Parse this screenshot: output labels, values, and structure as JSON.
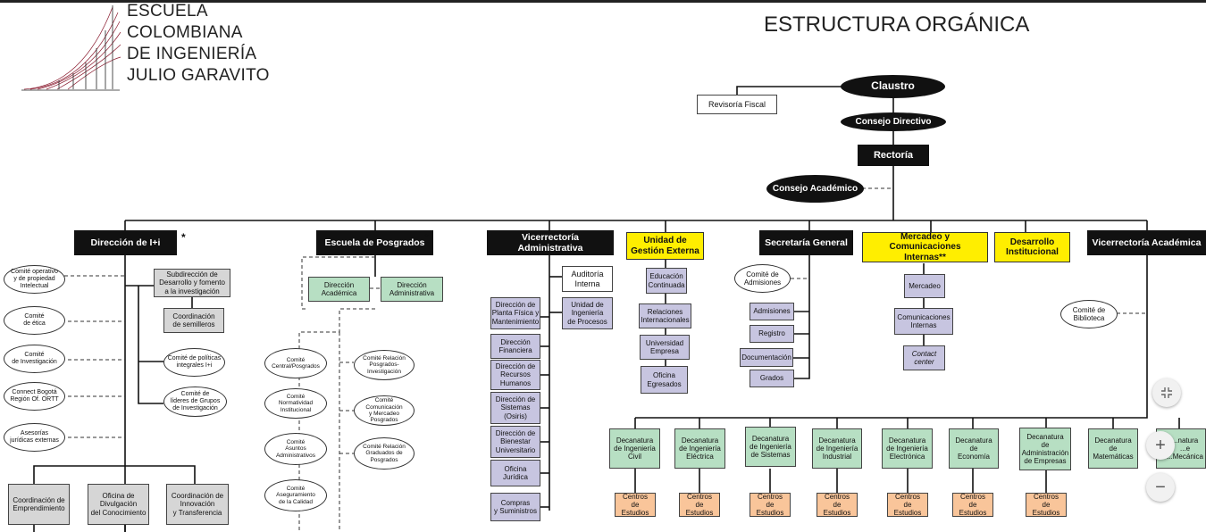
{
  "header": {
    "logo_lines": [
      "ESCUELA",
      "COLOMBIANA",
      "DE INGENIERÍA",
      "JULIO GARAVITO"
    ],
    "title": "ESTRUCTURA ORGÁNICA"
  },
  "top": {
    "claustro": "Claustro",
    "revisoria": "Revisoría Fiscal",
    "consejo_directivo": "Consejo Directivo",
    "rectoria": "Rectoría",
    "consejo_academico": "Consejo Académico"
  },
  "units": {
    "idi": "Dirección de I+i",
    "posgrados": "Escuela de Posgrados",
    "vice_admin": "Vicerrectoría Administrativa",
    "gestion_externa": "Unidad de\nGestión Externa",
    "secretaria": "Secretaría General",
    "mercadeo": "Mercadeo y Comunicaciones\nInternas**",
    "desarrollo": "Desarrollo\nInstitucional",
    "vice_acad": "Vicerrectoría Académica",
    "star": "*"
  },
  "idi": {
    "subdireccion": "Subdirección de\nDesarrollo y fomento\na la investigación",
    "semilleros": "Coordinación\nde semilleros",
    "comites_left": [
      "Comité operativo\ny de propiedad\nIntelectual",
      "Comité\nde ética",
      "Comité\nde Investigación",
      "Connect Bogotá\nRegión Of. ORTT",
      "Asesorías\njurídicas externas"
    ],
    "comite_politicas": "Comité de políticas\nintegrales I+i",
    "comite_lideres": "Comité de\nlíderes de Grupos\nde Investigación",
    "bottom": [
      "Coordinación de\nEmprendimiento",
      "Oficina de\nDivulgación\ndel Conocimiento",
      "Coordinación de\nInnovación\ny Transferencia"
    ]
  },
  "posgrados": {
    "dir_academica": "Dirección\nAcadémica",
    "dir_admin": "Dirección\nAdministrativa",
    "comites_left": [
      "Comité\nCentral/Posgrados",
      "Comité\nNormatividad\nInstitucional",
      "Comité\nAsuntos\nAdministrativos",
      "Comité\nAseguramiento\nde la Calidad"
    ],
    "comites_right": [
      "Comité Relación\nPosgrados-\nInvestigación",
      "Comité Comunicación\ny Mercadeo Posgrados",
      "Comité Relación\nGraduados de\nPosgrados"
    ]
  },
  "vice_admin": {
    "auditoria": "Auditoría\nInterna",
    "ingenieria_procesos": "Unidad de\nIngeniería\nde Procesos",
    "items": [
      "Dirección de\nPlanta Física y\nMantenimiento",
      "Dirección\nFinanciera",
      "Dirección de\nRecursos\nHumanos",
      "Dirección de\nSistemas\n(Osiris)",
      "Dirección de\nBienestar\nUniversitario",
      "Oficina\nJurídica",
      "Compras\ny Suministros"
    ]
  },
  "gestion_externa": {
    "items": [
      "Educación\nContinuada",
      "Relaciones\nInternacionales",
      "Universidad\nEmpresa",
      "Oficina\nEgresados"
    ]
  },
  "secretaria": {
    "comite_admisiones": "Comité de\nAdmisiones",
    "items": [
      "Admisiones",
      "Registro",
      "Documentación",
      "Grados"
    ]
  },
  "mercadeo": {
    "items": [
      "Mercadeo",
      "Comunicaciones\nInternas",
      "Contact\ncenter"
    ]
  },
  "vice_acad": {
    "comite_biblioteca": "Comité de\nBiblioteca"
  },
  "decanaturas": [
    "Decanatura\nde Ingeniería\nCivil",
    "Decanatura\nde Ingeniería\nEléctrica",
    "Decanatura\nde Ingeniería\nde Sistemas",
    "Decanatura\nde Ingeniería\nIndustrial",
    "Decanatura\nde Ingeniería\nElectrónica",
    "Decanatura\nde\nEconomía",
    "Decanatura\nde\nAdministración\nde Empresas",
    "Decanatura\nde\nMatemáticas",
    "Decanatura\nde Ingeniería\nMecánica"
  ],
  "decanatura_ultima_visible": "...natura\n...e\n...Mecánica",
  "centros": "Centros\nde Estudios",
  "controls": {
    "fit": "⤧",
    "zoom_in": "+",
    "zoom_out": "−"
  }
}
